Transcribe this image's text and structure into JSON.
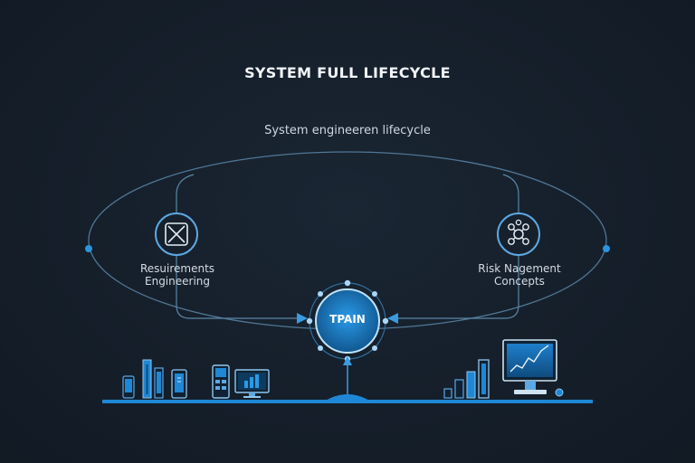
{
  "title": "SYSTEM FULL LIFECYCLE",
  "subtitle": "System engineeren lifecycle",
  "nodes": {
    "left": {
      "line1": "Resuirements",
      "line2": "Engineering",
      "icon": "crossed-box-icon"
    },
    "right": {
      "line1": "Risk Nagement",
      "line2": "Concepts",
      "icon": "network-nodes-icon"
    },
    "hub": {
      "label": "TPAIN"
    }
  },
  "colors": {
    "background": "#141d28",
    "line": "#5a86a8",
    "accent": "#1e88d6",
    "accent_dark": "#0f4f80",
    "text": "#d4dce5"
  }
}
